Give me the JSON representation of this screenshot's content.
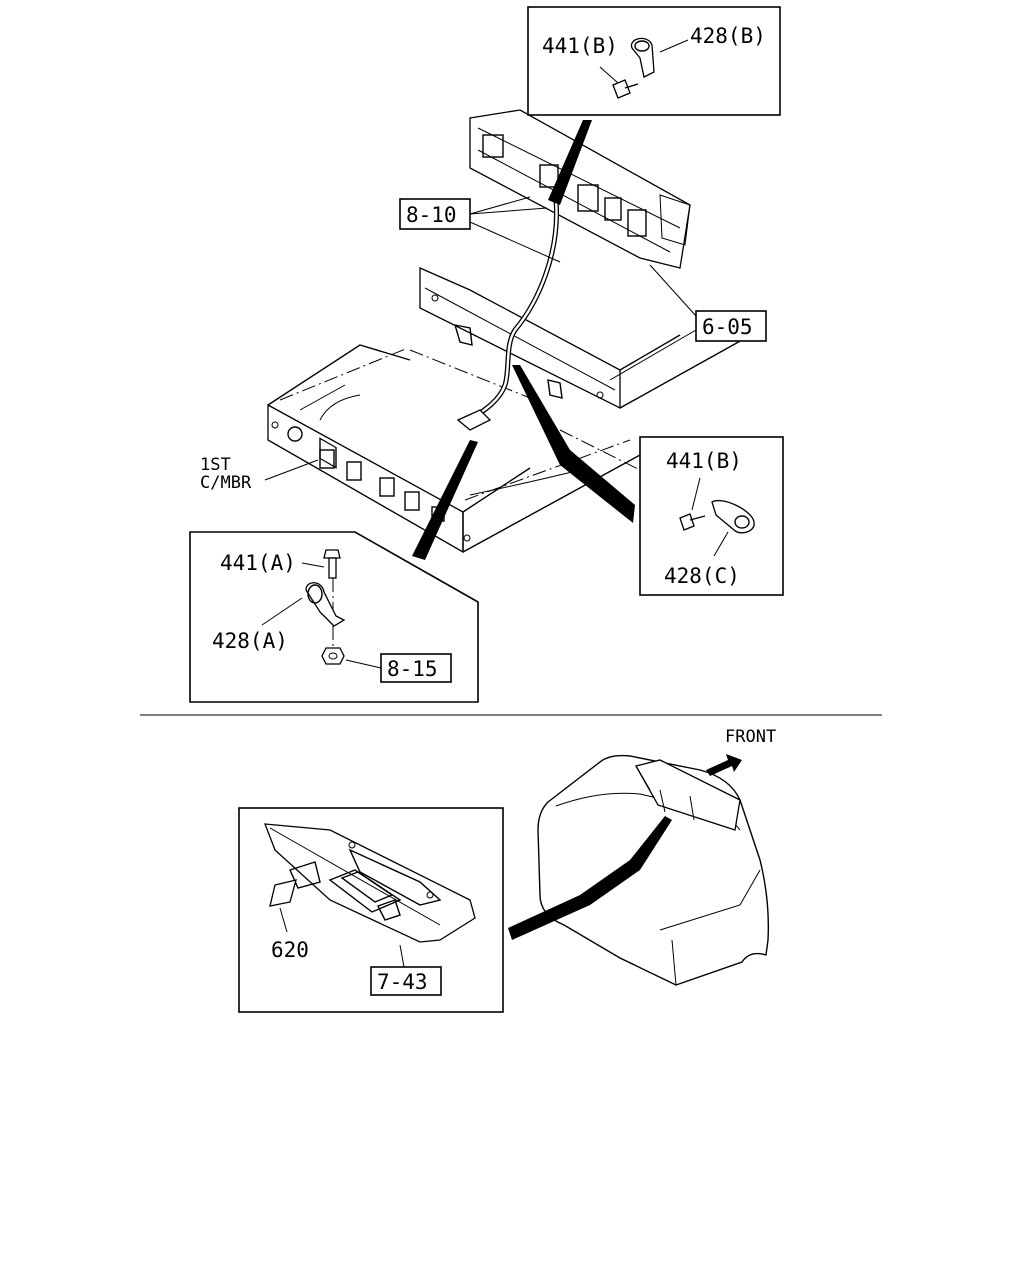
{
  "labels": {
    "top_box_bolt": "441(B)",
    "top_box_clamp": "428(B)",
    "ref_8_10": "8-10",
    "ref_6_05": "6-05",
    "crossmember_line1": "1ST",
    "crossmember_line2": "C/MBR",
    "right_box_bolt": "441(B)",
    "right_box_clamp": "428(C)",
    "left_box_bolt": "441(A)",
    "left_box_clamp": "428(A)",
    "ref_8_15": "8-15",
    "front": "FRONT",
    "cover_part": "620",
    "ref_7_43": "7-43"
  },
  "colors": {
    "line": "#000000",
    "background": "#ffffff"
  }
}
